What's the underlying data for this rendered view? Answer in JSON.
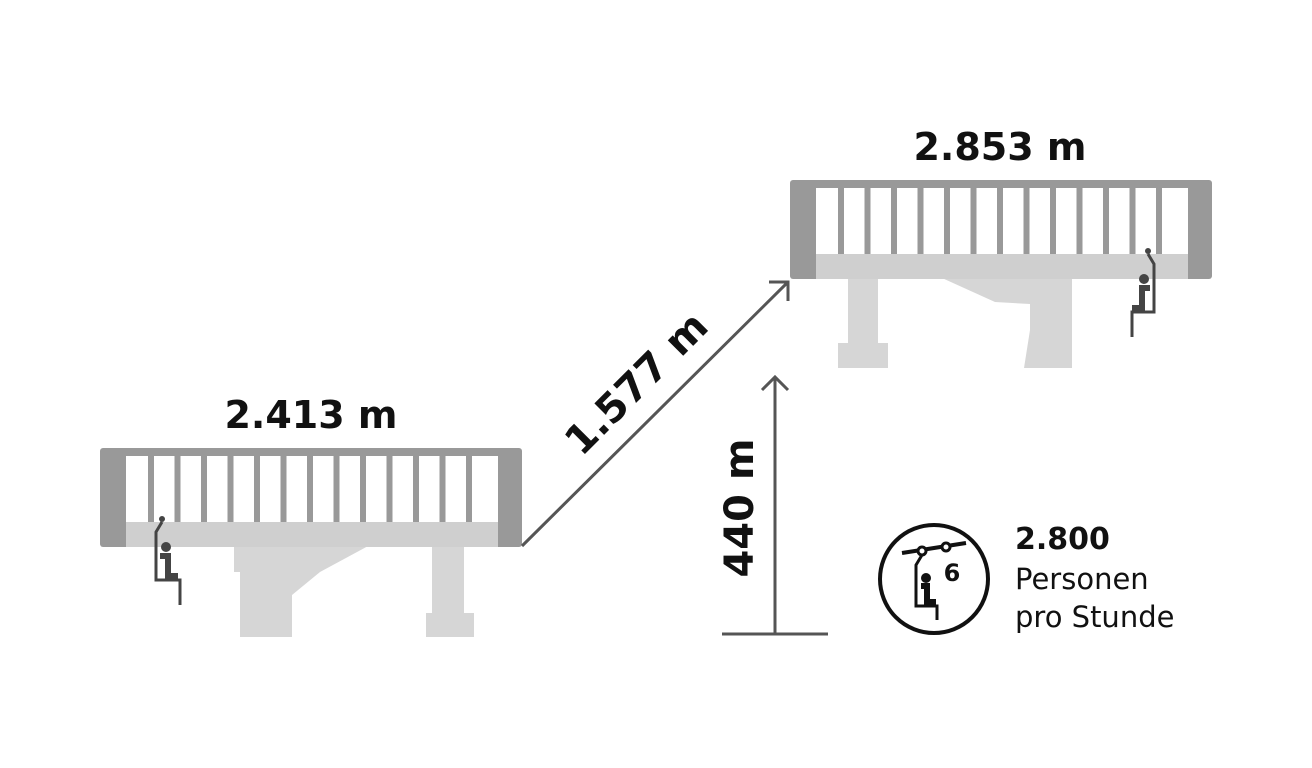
{
  "bottom_station": {
    "elevation_label": "2.413 m"
  },
  "top_station": {
    "elevation_label": "2.853 m"
  },
  "slope_length_label": "1.577 m",
  "vertical_rise_label": "440 m",
  "capacity": {
    "value": "2.800",
    "line1": "Personen",
    "line2": "pro Stunde",
    "chair_seats": "6",
    "icon": "six-seat-chairlift-icon"
  },
  "colors": {
    "frame_dark": "#999999",
    "frame_light": "#cfcfcf",
    "pillar": "#d6d6d6",
    "line": "#555555",
    "text": "#111111",
    "icon": "#111111"
  }
}
